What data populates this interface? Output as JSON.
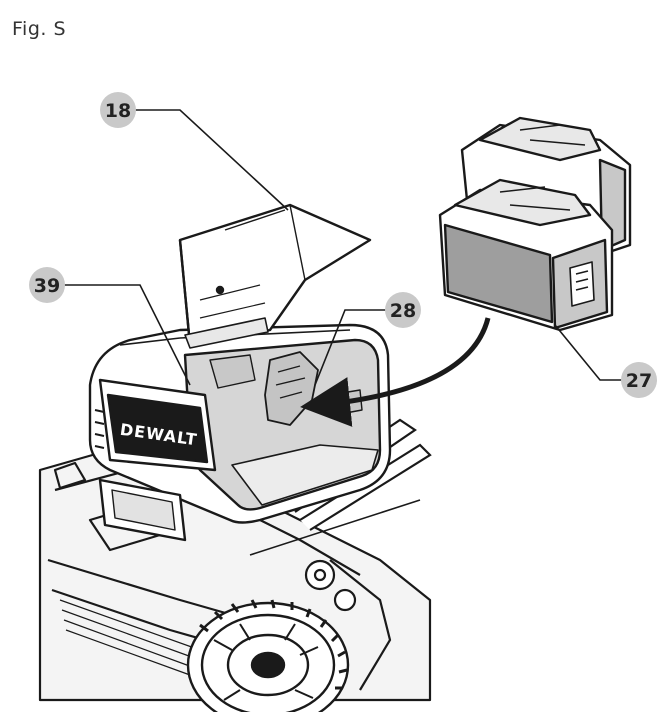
{
  "figure": {
    "title": "Fig. S"
  },
  "callouts": [
    {
      "number": "18"
    },
    {
      "number": "39"
    },
    {
      "number": "28"
    },
    {
      "number": "27"
    }
  ],
  "brand_plate": "DEWALT",
  "colors": {
    "callout_fill": "#c9c9c9",
    "line": "#1a1a1a",
    "compartment_fill": "#d6d6d6"
  }
}
